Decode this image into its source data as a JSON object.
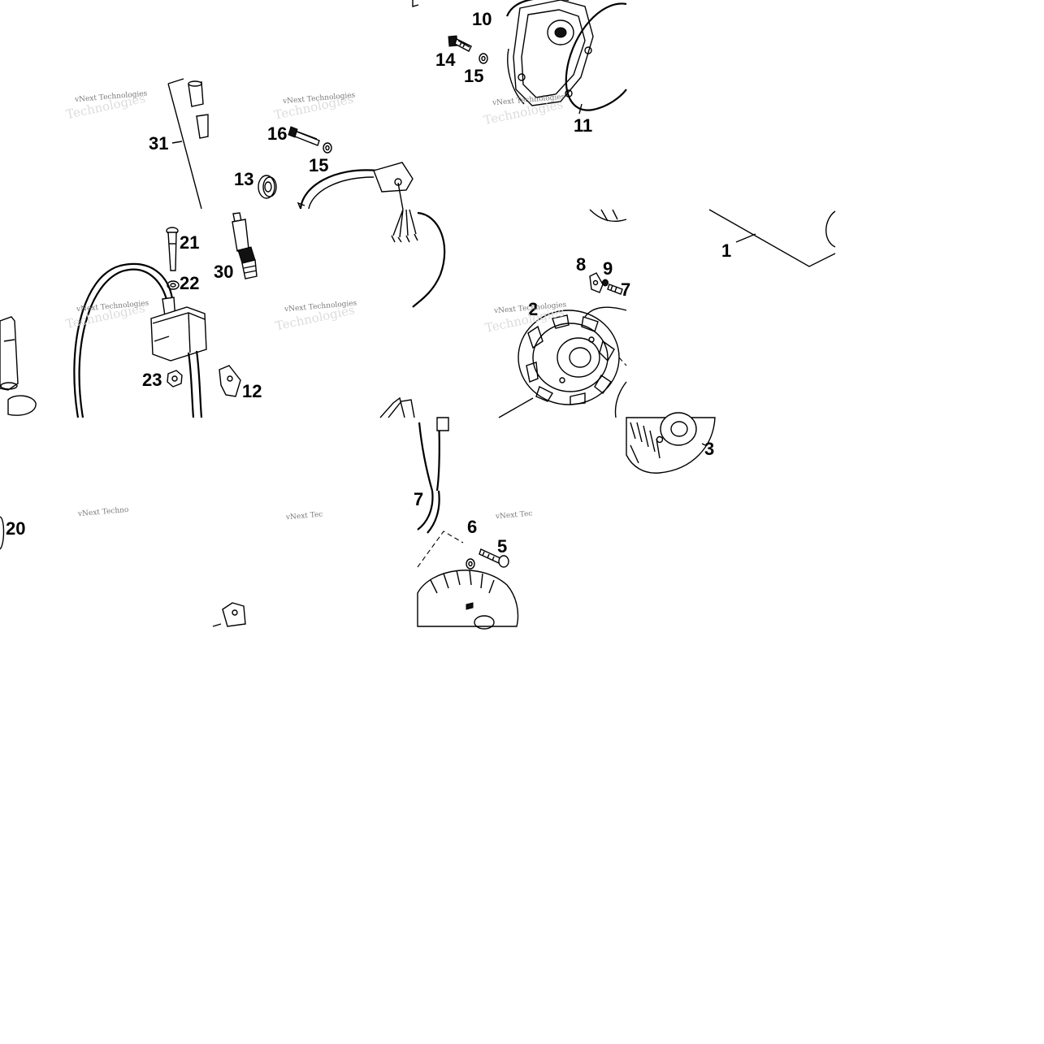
{
  "diagram": {
    "colors": {
      "ink": "#000000",
      "background": "#ffffff",
      "watermark": "#7a7a7a"
    },
    "part_labels": {
      "p1": "1",
      "p2": "2",
      "p3": "3",
      "p5": "5",
      "p6": "6",
      "p7": "7",
      "p7b": "7",
      "p8": "8",
      "p9": "9",
      "p10": "10",
      "p11": "11",
      "p12": "12",
      "p13": "13",
      "p14": "14",
      "p15a": "15",
      "p15b": "15",
      "p16": "16",
      "p20": "20",
      "p21": "21",
      "p22": "22",
      "p23": "23",
      "p30": "30",
      "p31": "31"
    },
    "watermarks": {
      "w1": "vNext Technologies",
      "w2": "vNext Technologies",
      "w3": "vNext Technologies",
      "w4": "vNext Technologies",
      "w5": "vNext Technologies",
      "w6": "vNext Technologies",
      "w7": "vNext Techno",
      "w8": "vNext Tec",
      "w9": "vNext Tec",
      "ghost": "vNext Technologies"
    }
  }
}
